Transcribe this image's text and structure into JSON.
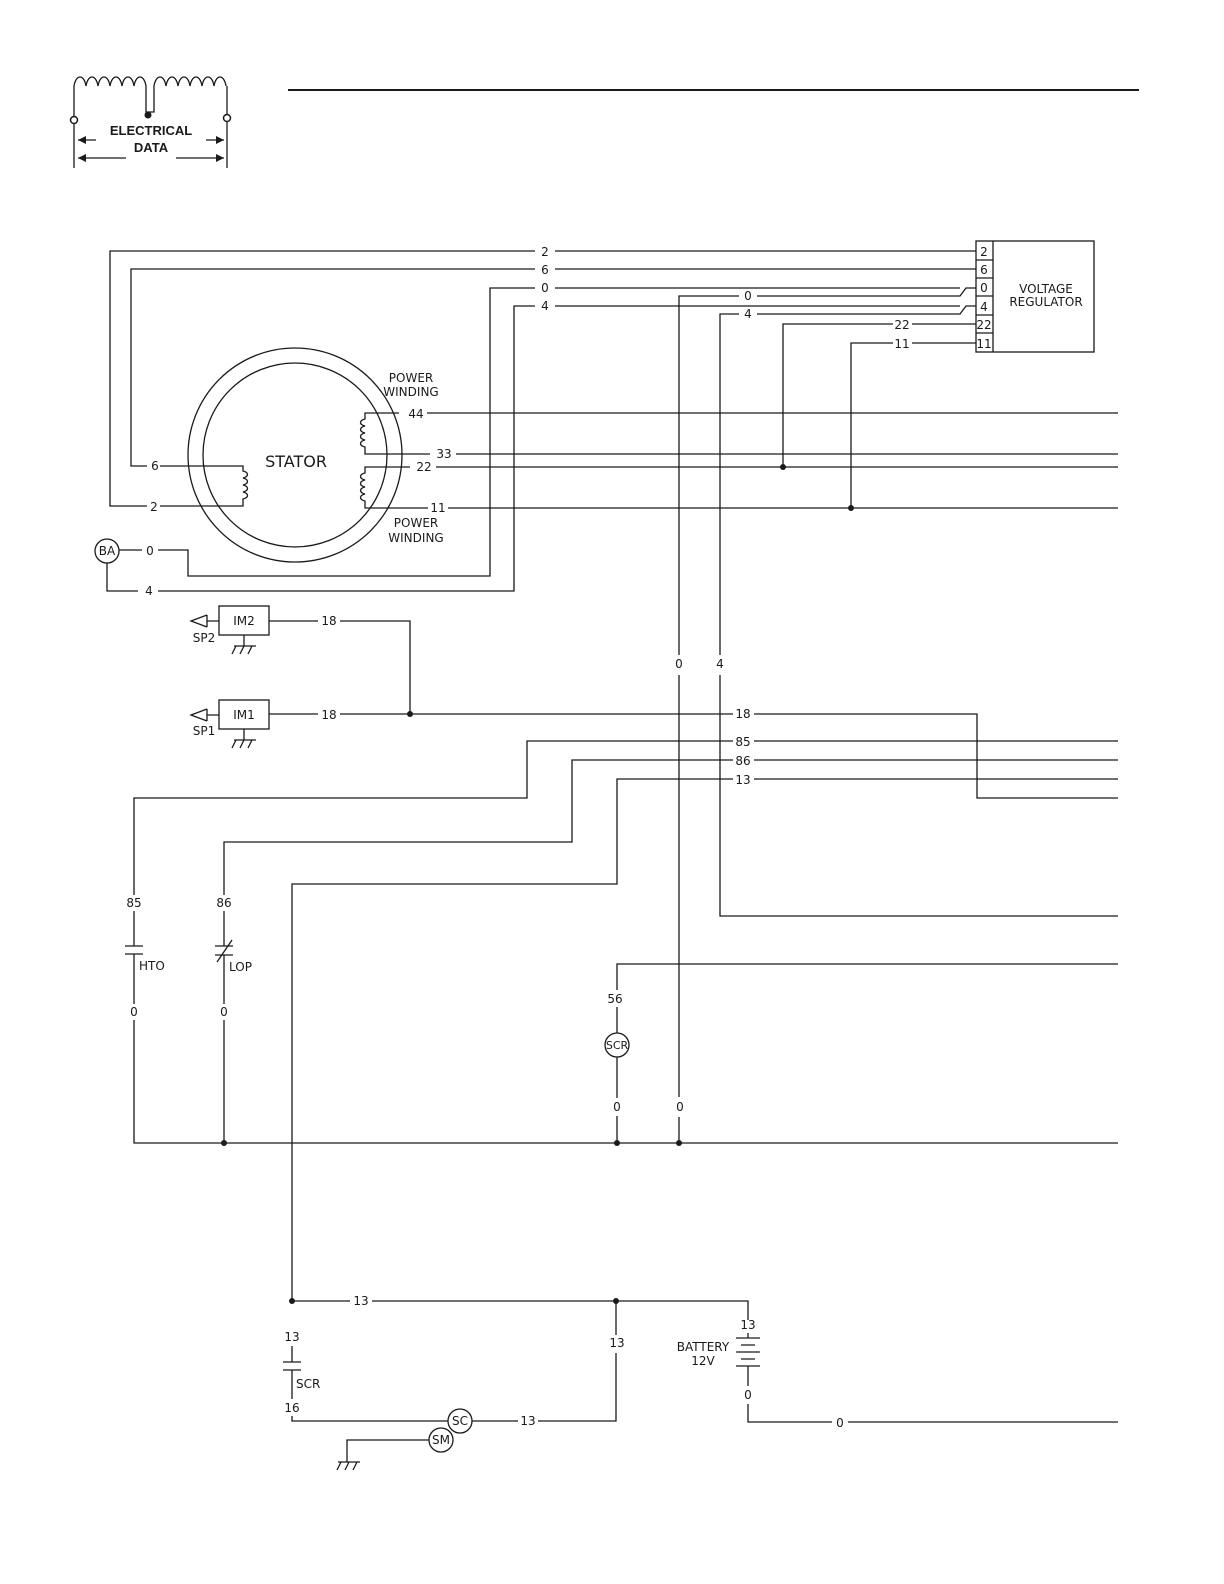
{
  "header": {
    "logo_line1": "ELECTRICAL",
    "logo_line2": "DATA"
  },
  "regulator": {
    "title_line1": "VOLTAGE",
    "title_line2": "REGULATOR",
    "terminals": [
      "2",
      "6",
      "0",
      "4",
      "22",
      "11"
    ]
  },
  "stator": {
    "label": "STATOR",
    "power_winding_top_1": "POWER",
    "power_winding_top_2": "WINDING",
    "power_winding_bottom_1": "POWER",
    "power_winding_bottom_2": "WINDING"
  },
  "components": {
    "ba": "BA",
    "im2": "IM2",
    "im1": "IM1",
    "sp2": "SP2",
    "sp1": "SP1",
    "hto": "HTO",
    "lop": "LOP",
    "scr_relay": "SCR",
    "scr_contact": "SCR",
    "sc": "SC",
    "sm": "SM",
    "battery_1": "BATTERY",
    "battery_2": "12V"
  },
  "wires": {
    "top_2": "2",
    "top_6": "6",
    "top_0": "0",
    "top_4": "4",
    "reg_0": "0",
    "reg_4": "4",
    "reg_22": "22",
    "reg_11": "11",
    "stator_44": "44",
    "stator_33": "33",
    "stator_22": "22",
    "stator_11": "11",
    "stator_6": "6",
    "stator_2": "2",
    "ba_0": "0",
    "ba_4": "4",
    "im2_18": "18",
    "im1_18": "18",
    "bus_18": "18",
    "bus_85": "85",
    "bus_86": "86",
    "bus_13": "13",
    "vert_0": "0",
    "vert_4": "4",
    "hto_85": "85",
    "hto_0": "0",
    "lop_86": "86",
    "lop_0": "0",
    "scr_56": "56",
    "scr_0": "0",
    "gnd_0": "0",
    "bot_13": "13",
    "scr_13": "13",
    "scr_16": "16",
    "mid_13": "13",
    "sc_13": "13",
    "bat_13": "13",
    "bat_0": "0",
    "bat_bus_0": "0"
  }
}
